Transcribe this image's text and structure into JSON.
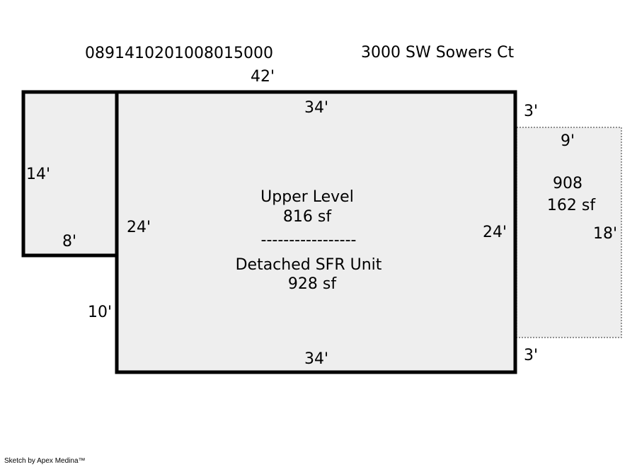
{
  "header": {
    "parcel_id": "0891410201008015000",
    "address": "3000 SW Sowers Ct"
  },
  "colors": {
    "fill": "#eeeeee",
    "wall": "#000000",
    "dotted": "#555555"
  },
  "dimensions": {
    "overall_top": "42'",
    "main_top": "34'",
    "main_bottom": "34'",
    "main_left": "24'",
    "main_right": "24'",
    "left_ext_height": "14'",
    "left_ext_width": "8'",
    "left_offset": "10'",
    "right_offset_top": "3'",
    "right_offset_bottom": "3'",
    "annex_top": "9'",
    "annex_right": "18'"
  },
  "areas": {
    "main_upper_name": "Upper Level",
    "main_upper_area": "816 sf",
    "divider": "-----------------",
    "main_lower_name": "Detached SFR Unit",
    "main_lower_area": "928 sf",
    "annex_code": "908",
    "annex_area": "162 sf"
  },
  "footer": {
    "credit": "Sketch by Apex Medina™"
  }
}
